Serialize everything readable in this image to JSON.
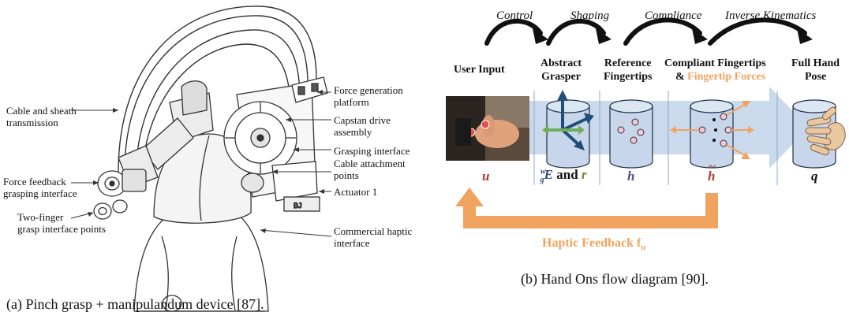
{
  "panel_a": {
    "labels": {
      "cable": "Cable and sheath\ntransmission",
      "force_platform": "Force generation\nplatform",
      "capstan": "Capstan drive\nassembly",
      "grasping_interface": "Grasping interface",
      "cable_points": "Cable attachment\npoints",
      "actuator": "Actuator 1",
      "force_feedback": "Force feedback\ngrasping interface",
      "two_finger": "Two-finger\ngrasp interface points",
      "commercial": "Commercial haptic\ninterface"
    },
    "caption": "(a) Pinch grasp + manipulandum device [87]."
  },
  "panel_b": {
    "stages": [
      "Control",
      "Shaping",
      "Compliance",
      "Inverse Kinematics"
    ],
    "headers": {
      "user_input": "User Input",
      "abstract_grasper": "Abstract\nGrasper",
      "reference_fingertips": "Reference\nFingertips",
      "compliant_line1": "Compliant Fingertips",
      "compliant_line2_prefix": "& ",
      "compliant_line2_orange": "Fingertip Forces",
      "full_hand_pose": "Full Hand\nPose"
    },
    "symbols": {
      "u": "u",
      "wgE": "E",
      "wgE_sup": "w",
      "wgE_sub": "g",
      "and": " and ",
      "r": "r",
      "h": "h",
      "h_tilde": "h",
      "q": "q"
    },
    "feedback_label": "Haptic Feedback f",
    "feedback_sub": "u",
    "caption": "(b) Hand Ons flow diagram [90].",
    "colors": {
      "arrow_blue": "#b8cde6",
      "orange": "#f0a35e",
      "cylinder": "#c7d6ea",
      "red_symbol": "#b03a2e",
      "navy_symbol": "#2c4a7a",
      "purple_symbol": "#5a4a8a",
      "green": "#6fae5a",
      "dark_blue": "#1f4e79"
    }
  }
}
